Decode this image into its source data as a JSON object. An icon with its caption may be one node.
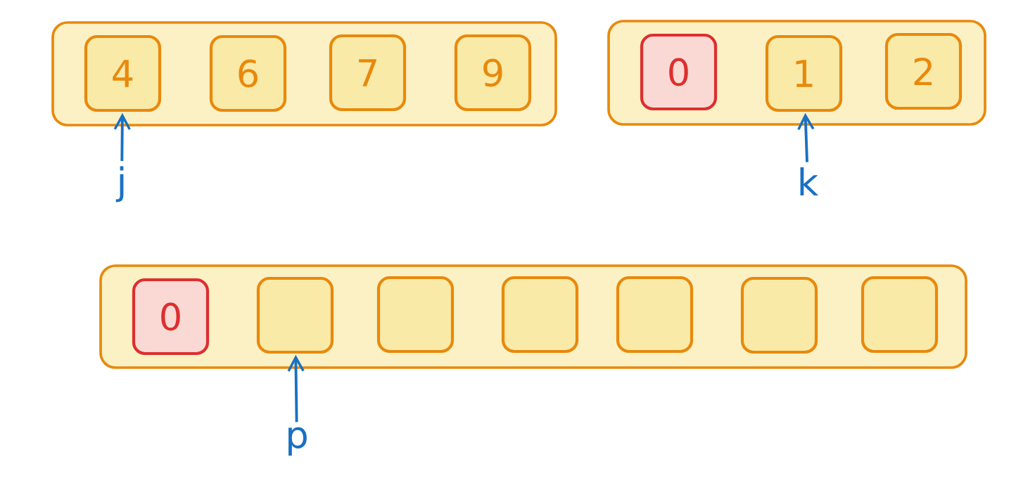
{
  "diagram": {
    "nodes": [
      {
        "text": [],
        "shape": "box"
      },
      {
        "text": [
          "4"
        ],
        "in": 0
      },
      {
        "text": [
          "6"
        ],
        "in": 0
      },
      {
        "text": [
          "7"
        ],
        "in": 0
      },
      {
        "text": [
          "9"
        ],
        "in": 0
      },
      {
        "text": [],
        "shape": "box"
      },
      {
        "text": [
          "0"
        ],
        "in": 5
      },
      {
        "text": [
          "1"
        ],
        "in": 5
      },
      {
        "text": [
          "2"
        ],
        "in": 5
      },
      {
        "text": [],
        "shape": "box"
      },
      {
        "text": [
          "0"
        ],
        "in": 9
      },
      {
        "text": [],
        "shape": "box",
        "in": 9
      },
      {
        "text": [],
        "shape": "box",
        "in": 9
      },
      {
        "text": [],
        "shape": "box",
        "in": 9
      },
      {
        "text": [],
        "shape": "box",
        "in": 9
      },
      {
        "text": [],
        "shape": "box",
        "in": 9
      },
      {
        "text": [],
        "shape": "box",
        "in": 9
      },
      {
        "text": [
          "j"
        ]
      },
      {
        "text": [
          "k"
        ]
      },
      {
        "text": [
          "p"
        ]
      }
    ],
    "edges": [
      {
        "from": 17,
        "to": 1,
        "arrow": "to"
      },
      {
        "from": 18,
        "to": 7,
        "arrow": "to"
      },
      {
        "from": 19,
        "to": 11,
        "arrow": "to"
      }
    ]
  }
}
